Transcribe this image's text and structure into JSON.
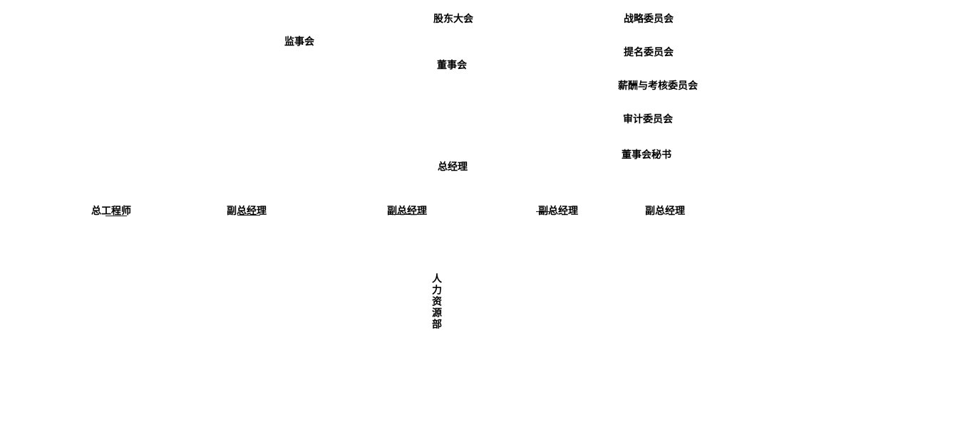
{
  "org_chart": {
    "type": "organization-diagram",
    "colors": {
      "text": "#000000",
      "background": "#ffffff"
    },
    "nodes": [
      {
        "id": "shareholders-meeting",
        "label": "股东大会"
      },
      {
        "id": "supervisory-board",
        "label": "监事会"
      },
      {
        "id": "board-of-directors",
        "label": "董事会"
      },
      {
        "id": "strategy-committee",
        "label": "战略委员会"
      },
      {
        "id": "nomination-committee",
        "label": "提名委员会"
      },
      {
        "id": "remuneration-appraisal-committee",
        "label": "薪酬与考核委员会"
      },
      {
        "id": "audit-committee",
        "label": "审计委员会"
      },
      {
        "id": "board-secretary",
        "label": "董事会秘书"
      },
      {
        "id": "general-manager",
        "label": "总经理"
      },
      {
        "id": "chief-engineer",
        "label": "总工程师"
      },
      {
        "id": "deputy-general-manager-1",
        "label": "副总经理"
      },
      {
        "id": "deputy-general-manager-2",
        "label": "副总经理"
      },
      {
        "id": "deputy-general-manager-3",
        "label": "副总经理"
      },
      {
        "id": "deputy-general-manager-4",
        "label": "副总经理"
      },
      {
        "id": "hr-department",
        "label": "人力资源部"
      }
    ]
  }
}
